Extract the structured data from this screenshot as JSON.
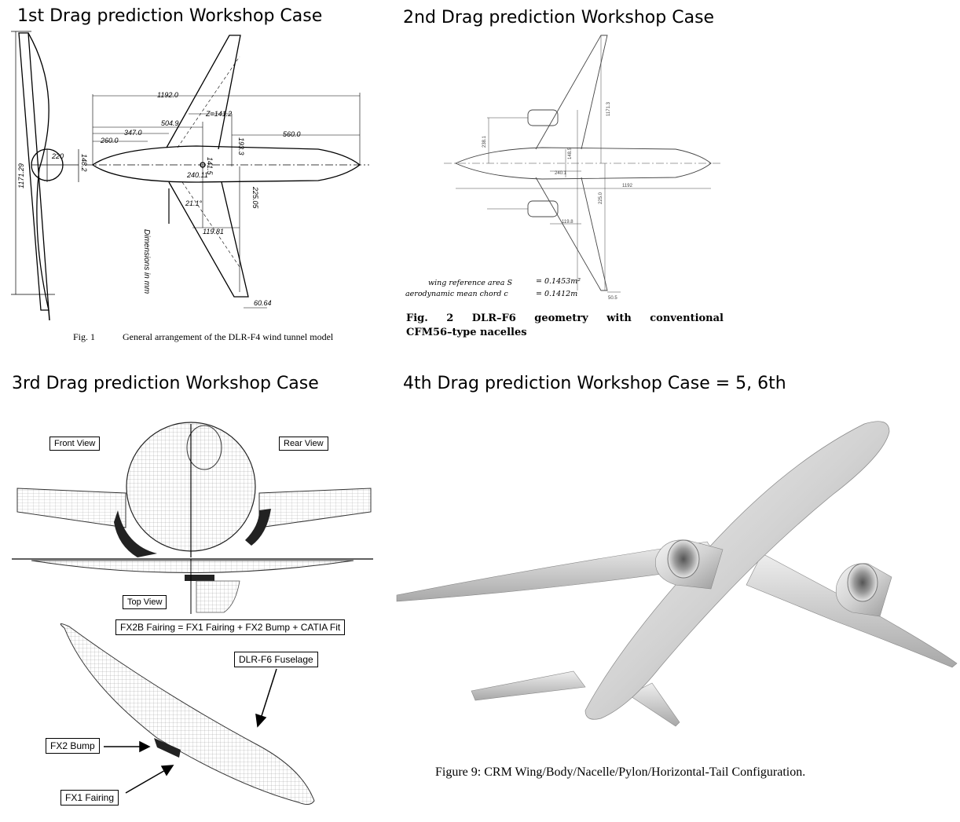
{
  "headings": {
    "dpw1": "1st Drag prediction Workshop Case",
    "dpw2": "2nd Drag prediction Workshop Case",
    "dpw3": "3rd Drag prediction Workshop Case",
    "dpw4": "4th Drag prediction Workshop Case = 5, 6th"
  },
  "fig1": {
    "number": "Fig. 1",
    "caption": "General arrangement of the DLR-F4 wind tunnel model",
    "dimension_note": "Dimensions in mm",
    "dims": {
      "d1192": "1192.0",
      "d5049": "504.9",
      "d3470": "347.0",
      "d2600": "260.0",
      "d5600": "560.0",
      "d2401": "240.11",
      "d2250": "225.05",
      "d1198": "119.81",
      "d6064": "60.64",
      "d1933": "193.3",
      "d1172": "1171.29",
      "d1415": "141.5",
      "d1482": "148.2",
      "d1414": "Z=141.2",
      "d220": "220",
      "d211": "21.1°"
    }
  },
  "fig2": {
    "ref_area_label": "wing reference area S",
    "ref_area_value": "= 0.1453m²",
    "mac_label": "aerodynamic mean chord c",
    "mac_value": "= 0.1412m",
    "caption_line1": [
      "Fig.",
      "2",
      "DLR–F6",
      "geometry",
      "with",
      "conventional"
    ],
    "caption_line2": "CFM56–type nacelles",
    "dims": {
      "d1192": "1192",
      "d11713": "1171.3",
      "d2381": "238.1",
      "d1485": "148.5",
      "d2401": "240.1",
      "d2250": "225.0",
      "d1198": "119.8",
      "d505": "50.5"
    }
  },
  "fig3": {
    "front_view": "Front View",
    "rear_view": "Rear View",
    "top_view": "Top View",
    "fairing_eq": "FX2B Fairing = FX1 Fairing + FX2 Bump + CATIA Fit",
    "fuselage": "DLR-F6 Fuselage",
    "bump": "FX2 Bump",
    "fairing": "FX1 Fairing"
  },
  "fig9": {
    "caption": "Figure 9:  CRM Wing/Body/Nacelle/Pylon/Horizontal-Tail Configuration."
  }
}
